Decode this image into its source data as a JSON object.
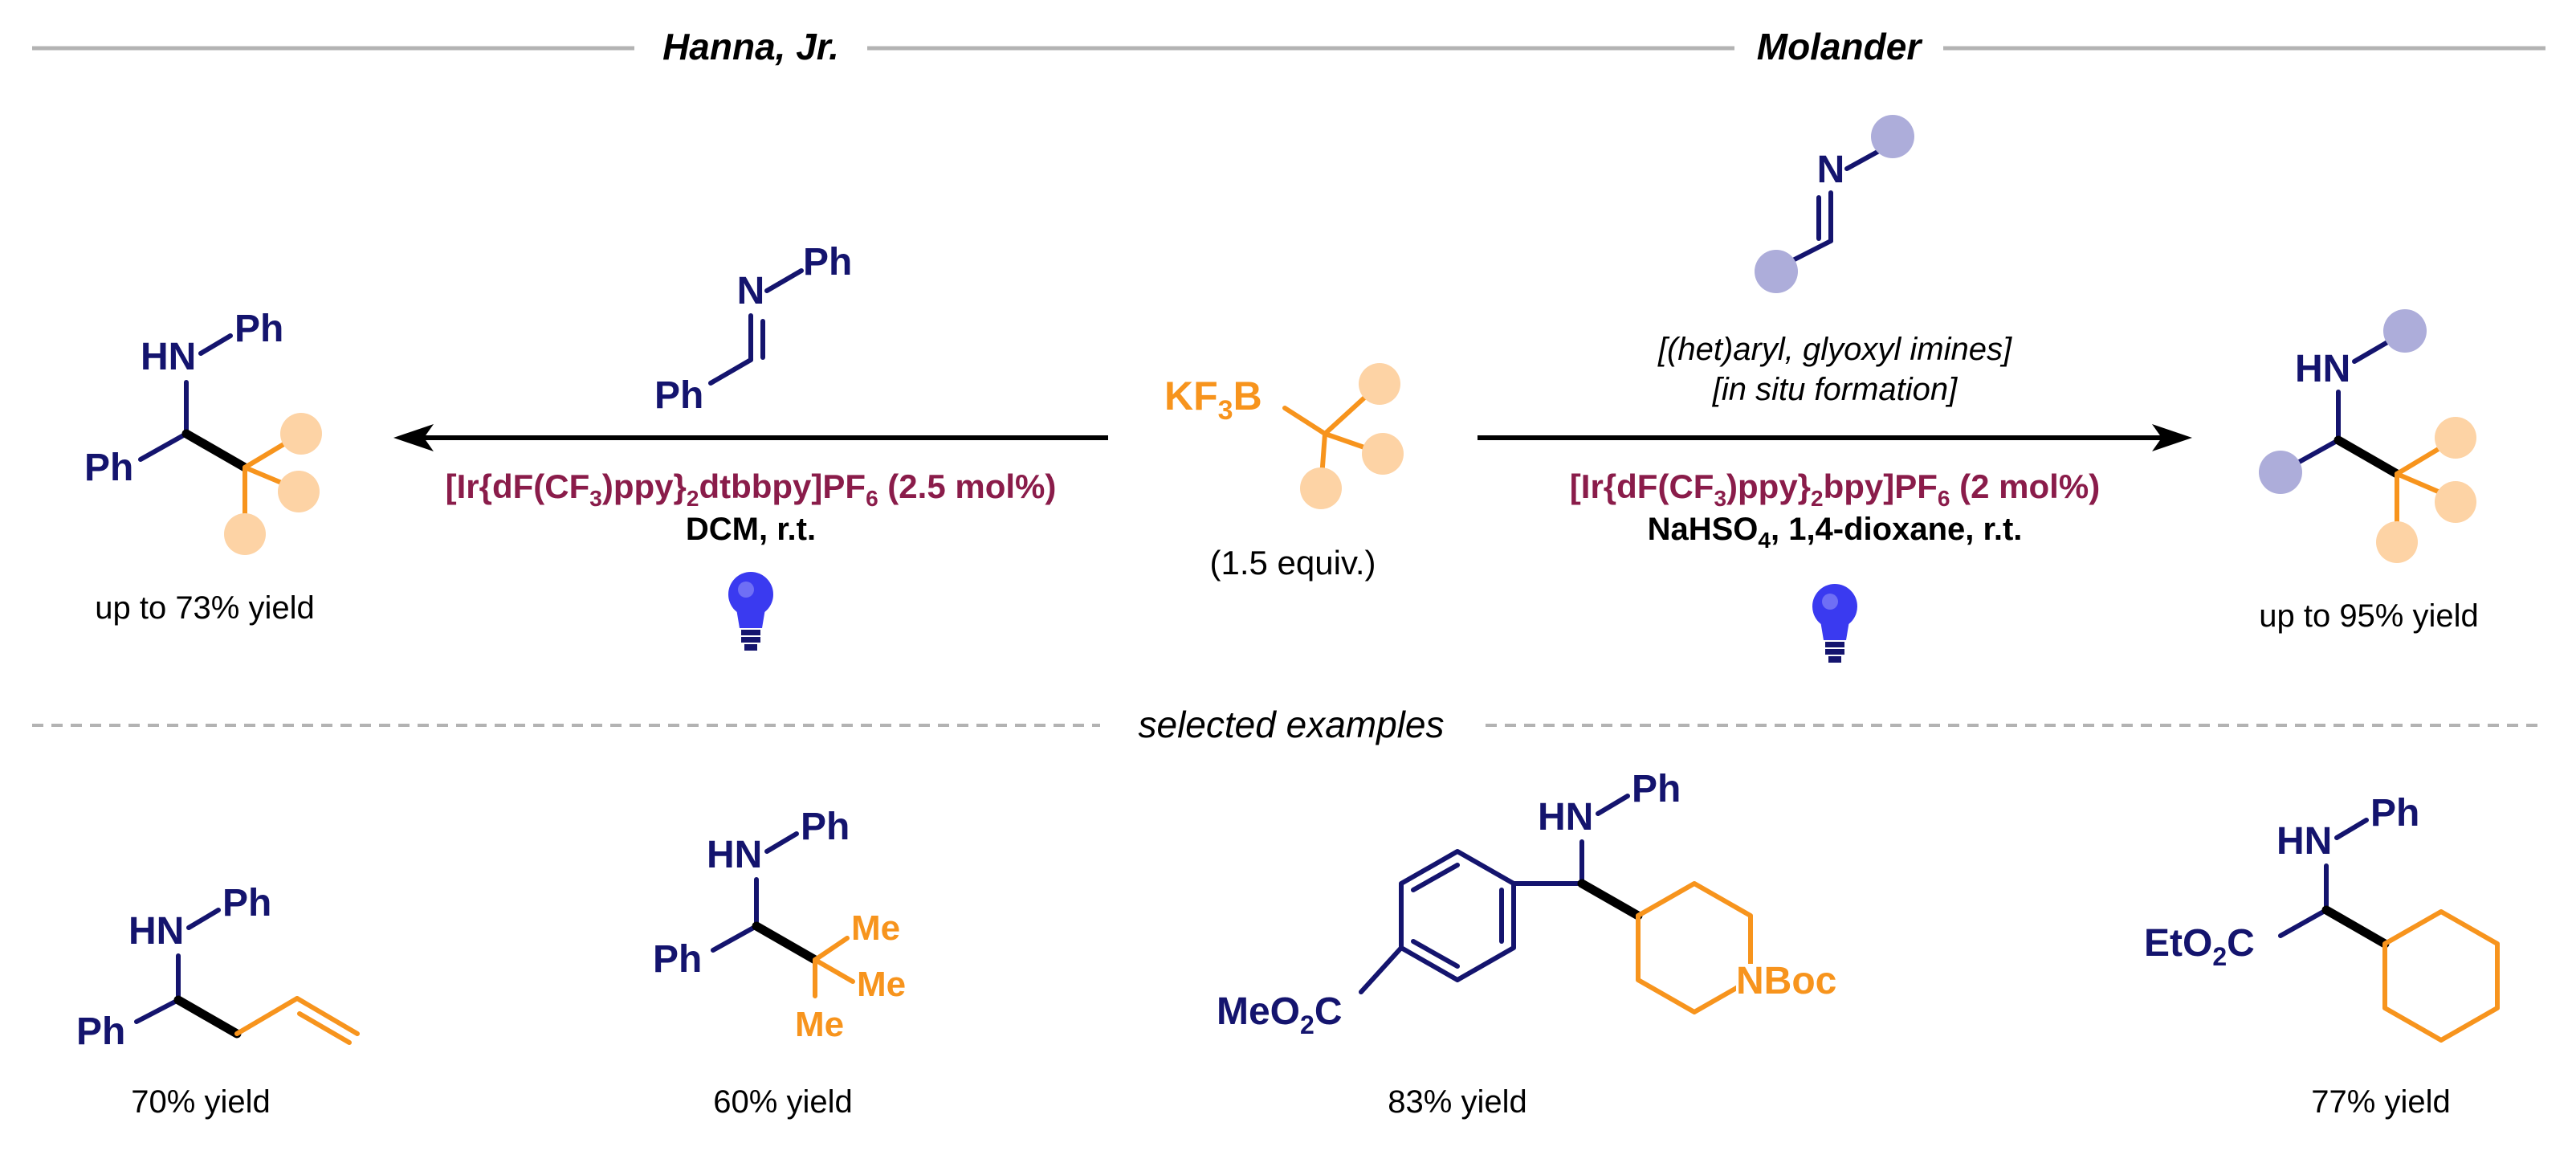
{
  "header": {
    "left_author": "Hanna, Jr.",
    "right_author": "Molander",
    "section_divider": "selected examples"
  },
  "colors": {
    "navy": "#14146e",
    "orange": "#f7941d",
    "peach": "#fdd3a5",
    "lavender": "#adadda",
    "maroon": "#8a1c4a",
    "blue_bulb": "#3a3af0",
    "divider": "#b3b3b3",
    "black": "#000000"
  },
  "reagent": {
    "k": "KF",
    "f_sub": "3",
    "b": "B",
    "equiv": "(1.5 equiv.)"
  },
  "left": {
    "imine": {
      "n": "N",
      "ph_n": "Ph",
      "ph_c": "Ph"
    },
    "product": {
      "hn": "HN",
      "ph_n": "Ph",
      "ph_c": "Ph"
    },
    "catalyst": {
      "p1": "[Ir{dF(CF",
      "s1": "3",
      "p2": ")ppy}",
      "s2": "2",
      "p3": "dtbbpy]PF",
      "s3": "6",
      "p4": " (2.5 mol%)"
    },
    "conditions": "DCM, r.t.",
    "yield": "up to 73% yield",
    "light_icon": "lightbulb-icon"
  },
  "right": {
    "imine": {
      "n": "N"
    },
    "scope_line1": "[(het)aryl, glyoxyl imines]",
    "scope_line2": "[in situ formation]",
    "product": {
      "hn": "HN"
    },
    "catalyst": {
      "p1": "[Ir{dF(CF",
      "s1": "3",
      "p2": ")ppy}",
      "s2": "2",
      "p3": "bpy]PF",
      "s3": "6",
      "p4": " (2 mol%)"
    },
    "conditions": {
      "p1": "NaHSO",
      "s1": "4",
      "p2": ", 1,4-dioxane, r.t."
    },
    "yield": "up to 95% yield",
    "light_icon": "lightbulb-icon"
  },
  "examples": [
    {
      "hn": "HN",
      "ph_n": "Ph",
      "ph_c": "Ph",
      "yield": "70% yield"
    },
    {
      "hn": "HN",
      "ph_n": "Ph",
      "ph_c": "Ph",
      "me1": "Me",
      "me2": "Me",
      "me3": "Me",
      "yield": "60% yield"
    },
    {
      "hn": "HN",
      "ph_n": "Ph",
      "ester_a": "MeO",
      "ester_sub": "2",
      "ester_b": "C",
      "nboc": "NBoc",
      "yield": "83% yield"
    },
    {
      "hn": "HN",
      "ph_n": "Ph",
      "ester_a": "EtO",
      "ester_sub": "2",
      "ester_b": "C",
      "yield": "77% yield"
    }
  ]
}
